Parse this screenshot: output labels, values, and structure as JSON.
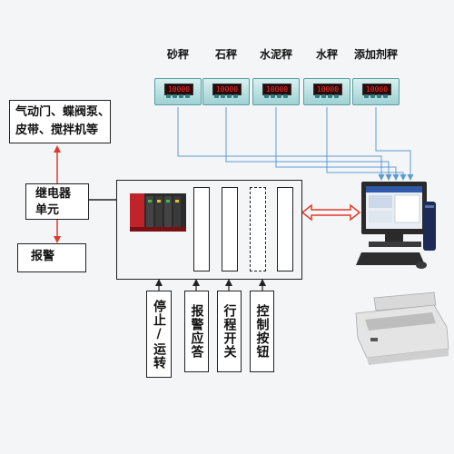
{
  "scales": [
    {
      "label": "砂秤",
      "reading": "10000"
    },
    {
      "label": "石秤",
      "reading": "10000"
    },
    {
      "label": "水泥秤",
      "reading": "10000"
    },
    {
      "label": "水秤",
      "reading": "10000"
    },
    {
      "label": "添加剂秤",
      "reading": "10000"
    }
  ],
  "devices_box": {
    "line1": "气动门、蝶阀泵、",
    "line2": "皮带、搅拌机等"
  },
  "relay_box": {
    "line1": "继电器",
    "line2": "单元"
  },
  "alarm_box": {
    "label": "报警"
  },
  "inputs": [
    {
      "label": "停止/运转"
    },
    {
      "label": "报警应答"
    },
    {
      "label": "行程开关"
    },
    {
      "label": "控制按钮"
    }
  ],
  "colors": {
    "arrow_red": "#e23a2a",
    "signal_blue": "#5b9ad6",
    "line_black": "#222222"
  }
}
